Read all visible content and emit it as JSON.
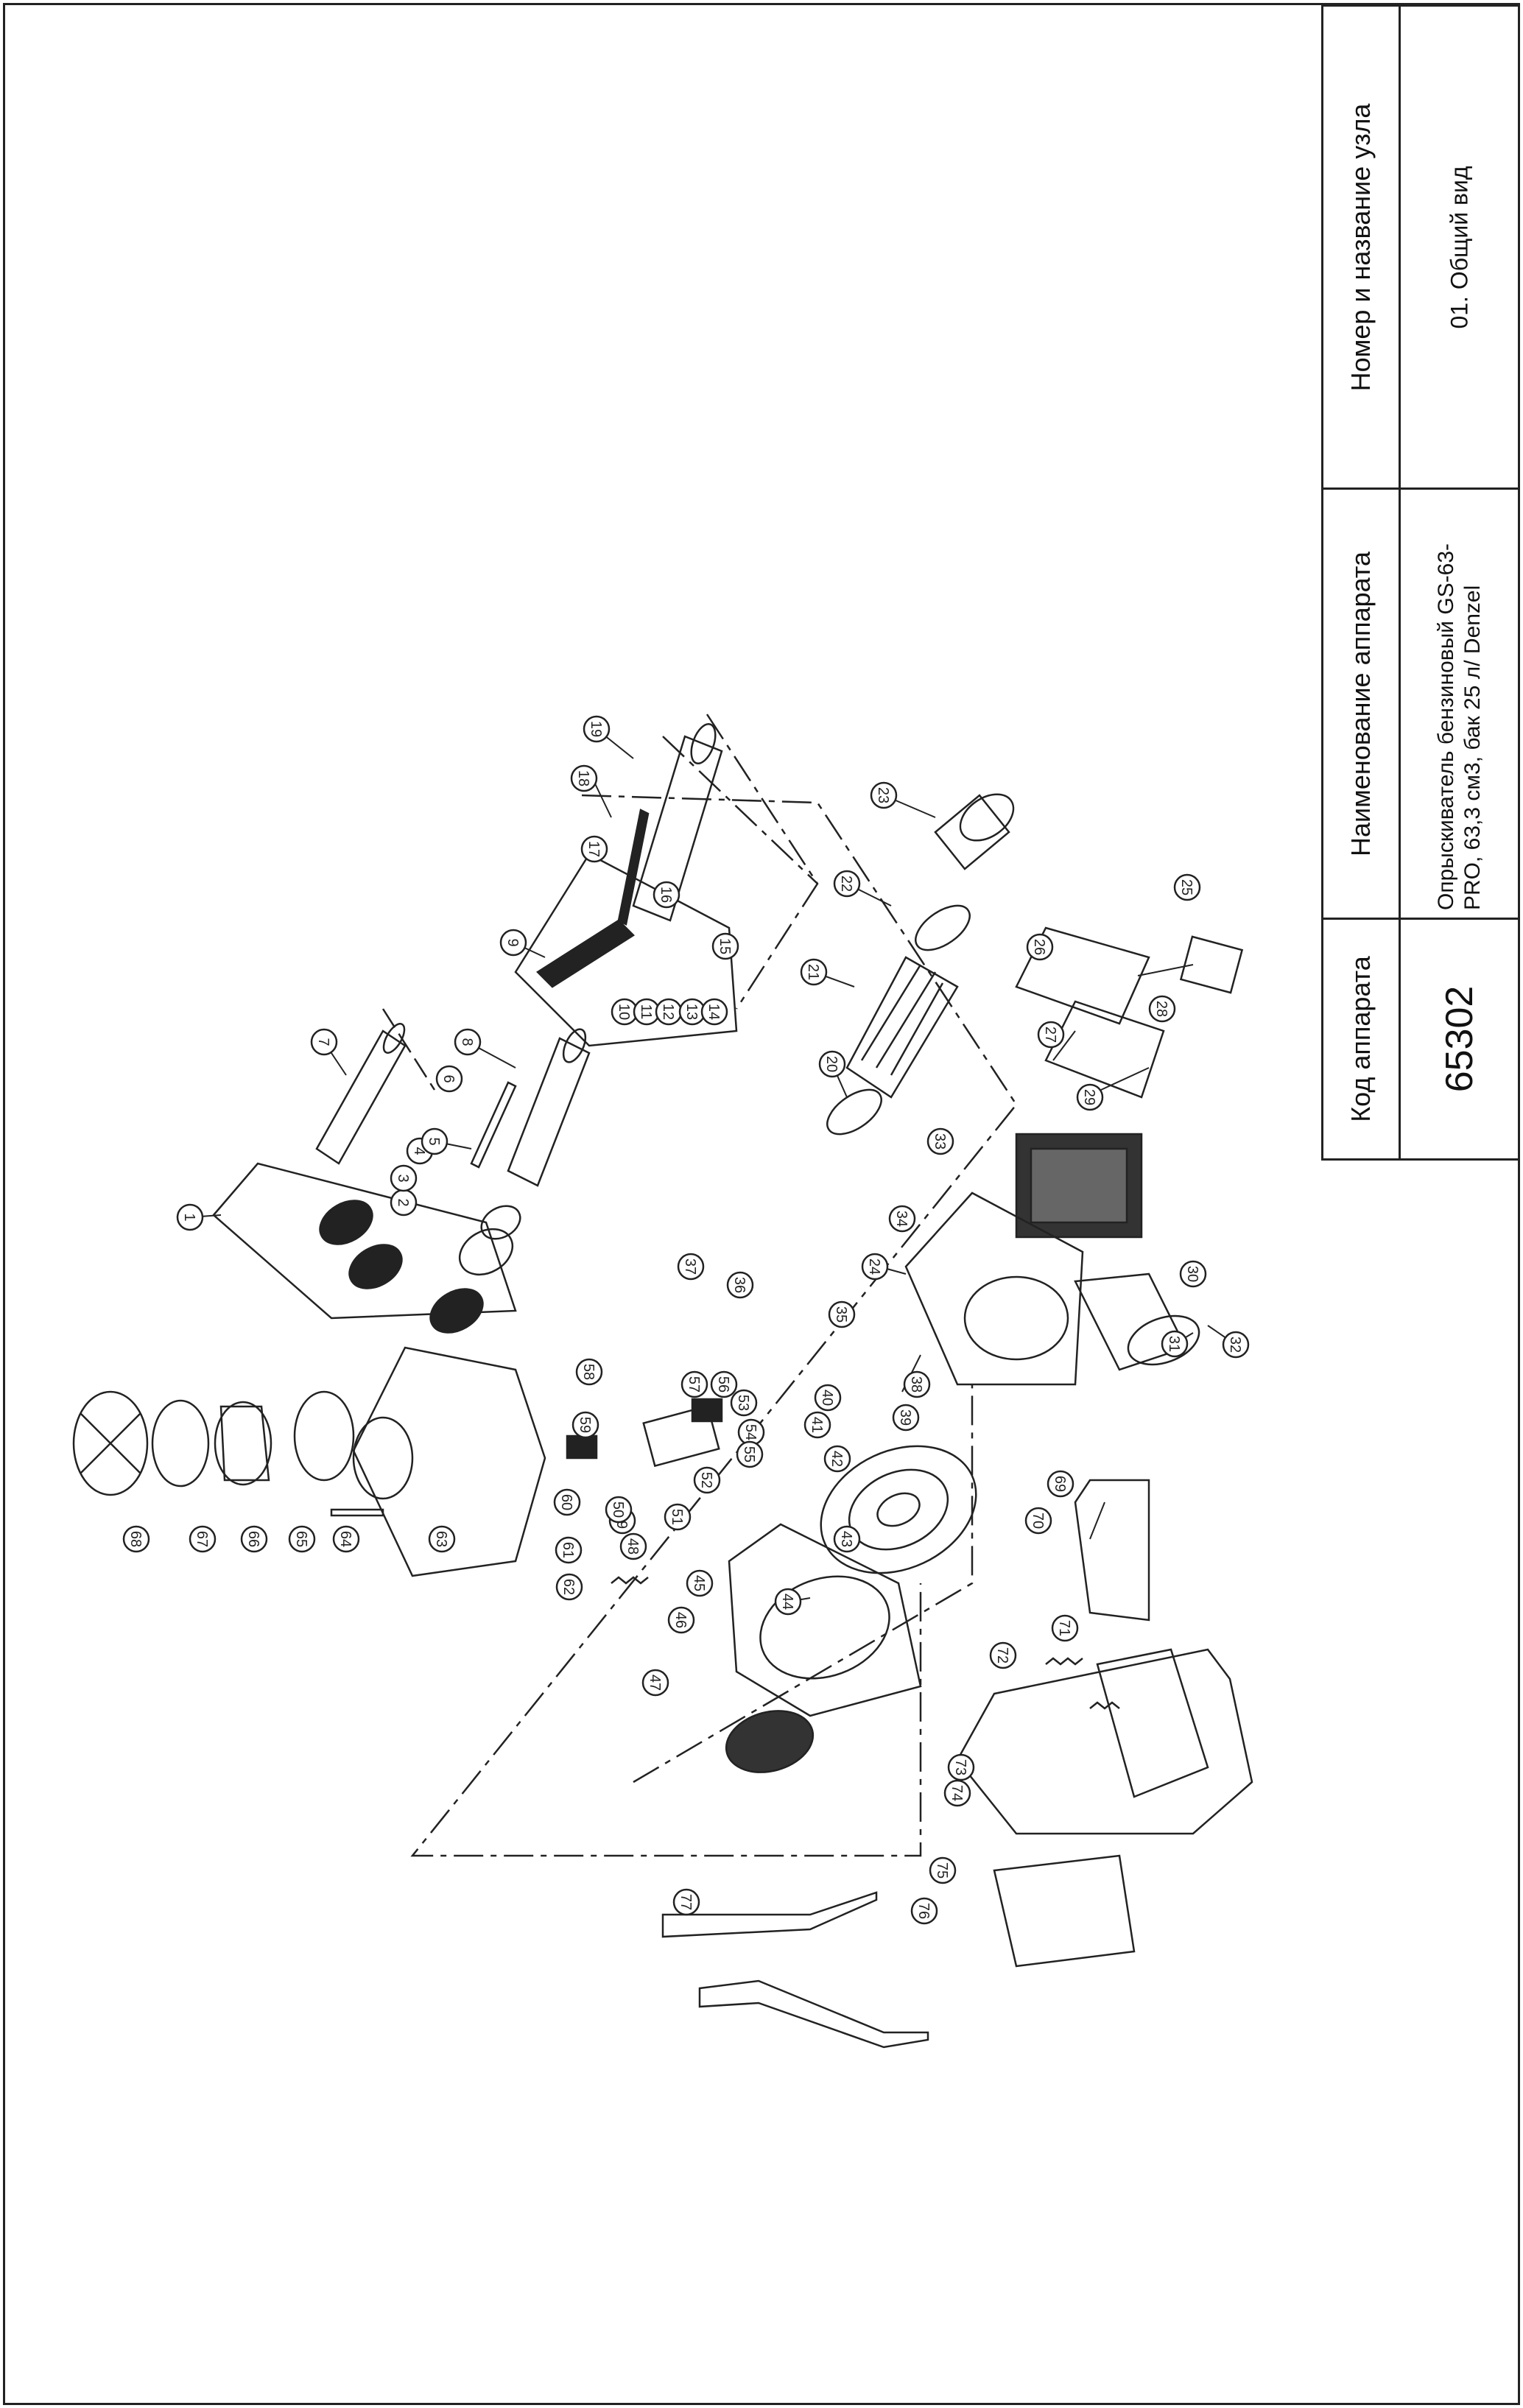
{
  "title_block": {
    "col_code_header": "Код аппарата",
    "col_name_header": "Наименование аппарата",
    "col_node_header": "Номер и название узла",
    "code_value": "65302",
    "name_value": "Опрыскиватель бензиновый GS-63-PRO, 63,3 см3, бак 25 л/ Denzel",
    "node_value": "01. Общий вид"
  },
  "callouts": [
    "1",
    "2",
    "3",
    "4",
    "5",
    "6",
    "7",
    "8",
    "9",
    "10",
    "11",
    "12",
    "13",
    "14",
    "15",
    "16",
    "17",
    "18",
    "19",
    "20",
    "21",
    "22",
    "23",
    "24",
    "25",
    "26",
    "27",
    "28",
    "29",
    "30",
    "31",
    "32",
    "33",
    "34",
    "35",
    "36",
    "37",
    "38",
    "39",
    "40",
    "41",
    "42",
    "43",
    "44",
    "45",
    "46",
    "47",
    "48",
    "49",
    "50",
    "51",
    "52",
    "53",
    "54",
    "55",
    "56",
    "57",
    "58",
    "59",
    "60",
    "61",
    "62",
    "63",
    "64",
    "65",
    "66",
    "67",
    "68",
    "69",
    "70",
    "71",
    "72",
    "73",
    "74",
    "75",
    "76",
    "77"
  ]
}
